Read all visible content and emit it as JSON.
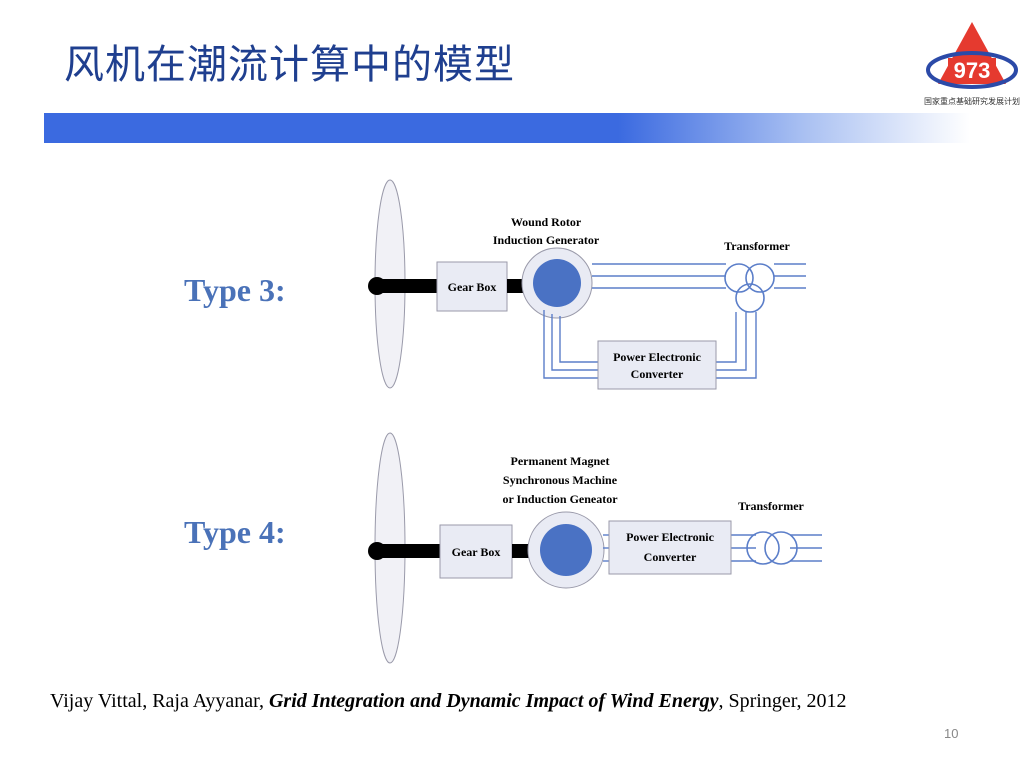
{
  "slide": {
    "title": "风机在潮流计算中的模型",
    "logo_number": "973",
    "logo_caption": "国家重点基础研究发展计划",
    "page_number": "10"
  },
  "type3": {
    "label": "Type 3:",
    "generator_line1": "Wound Rotor",
    "generator_line2": "Induction Generator",
    "gearbox": "Gear Box",
    "transformer": "Transformer",
    "converter_line1": "Power Electronic",
    "converter_line2": "Converter"
  },
  "type4": {
    "label": "Type 4:",
    "machine_line1": "Permanent Magnet",
    "machine_line2": "Synchronous Machine",
    "machine_line3": "or Induction Geneator",
    "gearbox": "Gear Box",
    "transformer": "Transformer",
    "converter_line1": "Power Electronic",
    "converter_line2": "Converter"
  },
  "citation": {
    "authors": "Vijay Vittal, Raja Ayyanar, ",
    "book": "Grid Integration and Dynamic Impact of Wind Energy",
    "publisher": ", Springer, 2012"
  },
  "colors": {
    "title": "#1f3f8f",
    "band": "#3b6ae0",
    "type_label": "#4a72b8",
    "generator_fill": "#4a72c4",
    "line_blue": "#5b7ec9"
  }
}
